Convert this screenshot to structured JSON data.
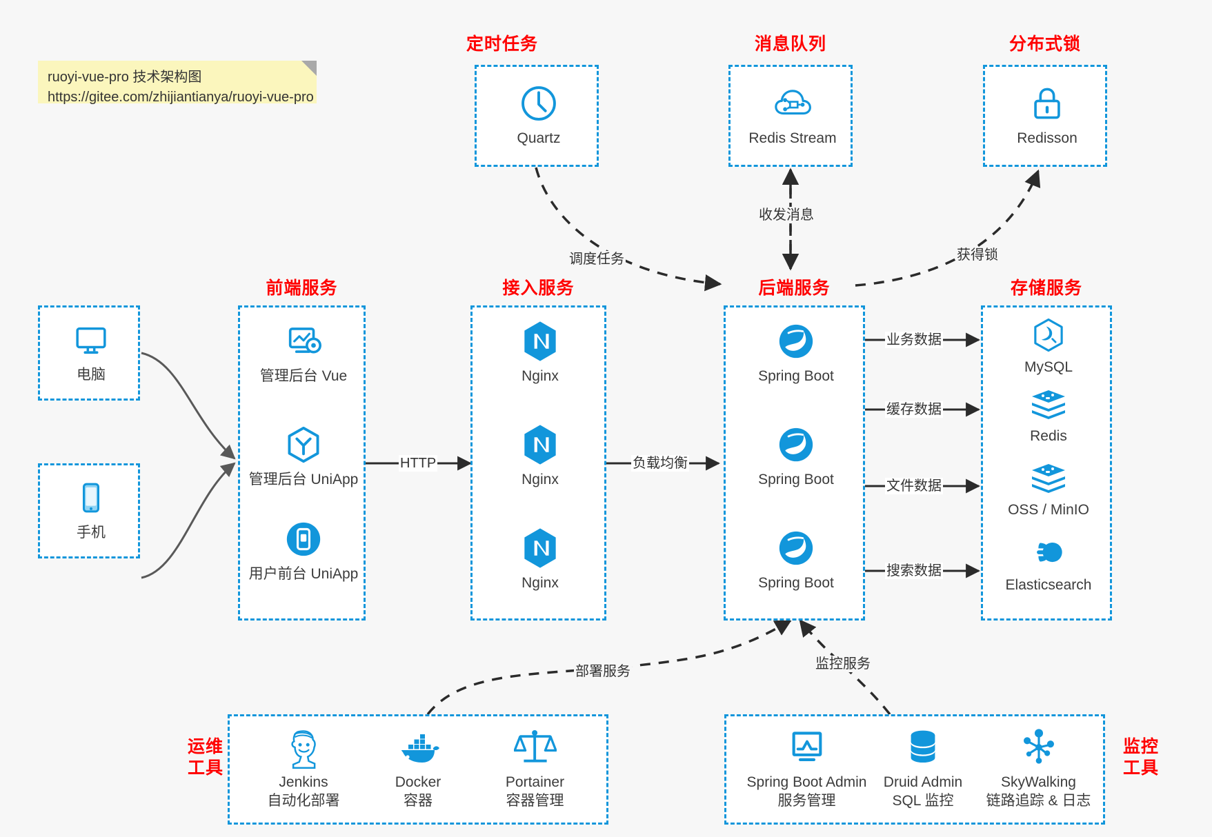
{
  "note": {
    "line1": "ruoyi-vue-pro 技术架构图",
    "line2": "https://gitee.com/zhijiantianya/ruoyi-vue-pro"
  },
  "colors": {
    "accent_blue": "#1296db",
    "group_title_red": "#ff0000",
    "note_yellow": "#fbf6bd",
    "arrow_gray": "#595959",
    "background": "#f7f7f7"
  },
  "groups": {
    "scheduled_task": {
      "title": "定时任务"
    },
    "message_queue": {
      "title": "消息队列"
    },
    "distributed_lock": {
      "title": "分布式锁"
    },
    "frontend": {
      "title": "前端服务"
    },
    "gateway": {
      "title": "接入服务"
    },
    "backend": {
      "title": "后端服务"
    },
    "storage": {
      "title": "存储服务"
    },
    "ops_tools": {
      "title_line1": "运维",
      "title_line2": "工具"
    },
    "monitor_tools": {
      "title_line1": "监控",
      "title_line2": "工具"
    }
  },
  "nodes": {
    "quartz": {
      "label": "Quartz",
      "icon": "clock-icon"
    },
    "redis_stream": {
      "label": "Redis Stream",
      "icon": "cloud-stream-icon"
    },
    "redisson": {
      "label": "Redisson",
      "icon": "lock-icon"
    },
    "computer": {
      "label": "电脑",
      "icon": "desktop-icon"
    },
    "phone": {
      "label": "手机",
      "icon": "mobile-icon"
    },
    "admin_vue": {
      "label": "管理后台 Vue",
      "icon": "dashboard-gear-icon"
    },
    "admin_uniapp": {
      "label": "管理后台 UniApp",
      "icon": "uniapp-cube-icon"
    },
    "user_uniapp": {
      "label": "用户前台 UniApp",
      "icon": "phone-app-icon"
    },
    "nginx_1": {
      "label": "Nginx",
      "icon": "nginx-icon"
    },
    "nginx_2": {
      "label": "Nginx",
      "icon": "nginx-icon"
    },
    "nginx_3": {
      "label": "Nginx",
      "icon": "nginx-icon"
    },
    "spring_boot_1": {
      "label": "Spring Boot",
      "icon": "spring-boot-icon"
    },
    "spring_boot_2": {
      "label": "Spring Boot",
      "icon": "spring-boot-icon"
    },
    "spring_boot_3": {
      "label": "Spring Boot",
      "icon": "spring-boot-icon"
    },
    "mysql": {
      "label": "MySQL",
      "icon": "mysql-icon"
    },
    "redis": {
      "label": "Redis",
      "icon": "redis-stack-icon"
    },
    "oss_minio": {
      "label": "OSS / MinIO",
      "icon": "oss-stack-icon"
    },
    "elasticsearch": {
      "label": "Elasticsearch",
      "icon": "elasticsearch-icon"
    },
    "jenkins": {
      "label": "Jenkins",
      "sub": "自动化部署",
      "icon": "jenkins-icon"
    },
    "docker": {
      "label": "Docker",
      "sub": "容器",
      "icon": "docker-whale-icon"
    },
    "portainer": {
      "label": "Portainer",
      "sub": "容器管理",
      "icon": "portainer-scale-icon"
    },
    "spring_boot_admin": {
      "label": "Spring Boot Admin",
      "sub": "服务管理",
      "icon": "monitor-chart-icon"
    },
    "druid_admin": {
      "label": "Druid Admin",
      "sub": "SQL 监控",
      "icon": "database-icon"
    },
    "skywalking": {
      "label": "SkyWalking",
      "sub": "链路追踪 & 日志",
      "icon": "skywalking-icon"
    }
  },
  "edges": {
    "schedule_task": "调度任务",
    "send_receive_message": "收发消息",
    "acquire_lock": "获得锁",
    "http": "HTTP",
    "load_balance": "负载均衡",
    "business_data": "业务数据",
    "cache_data": "缓存数据",
    "file_data": "文件数据",
    "search_data": "搜索数据",
    "deploy_service": "部署服务",
    "monitor_service": "监控服务"
  }
}
